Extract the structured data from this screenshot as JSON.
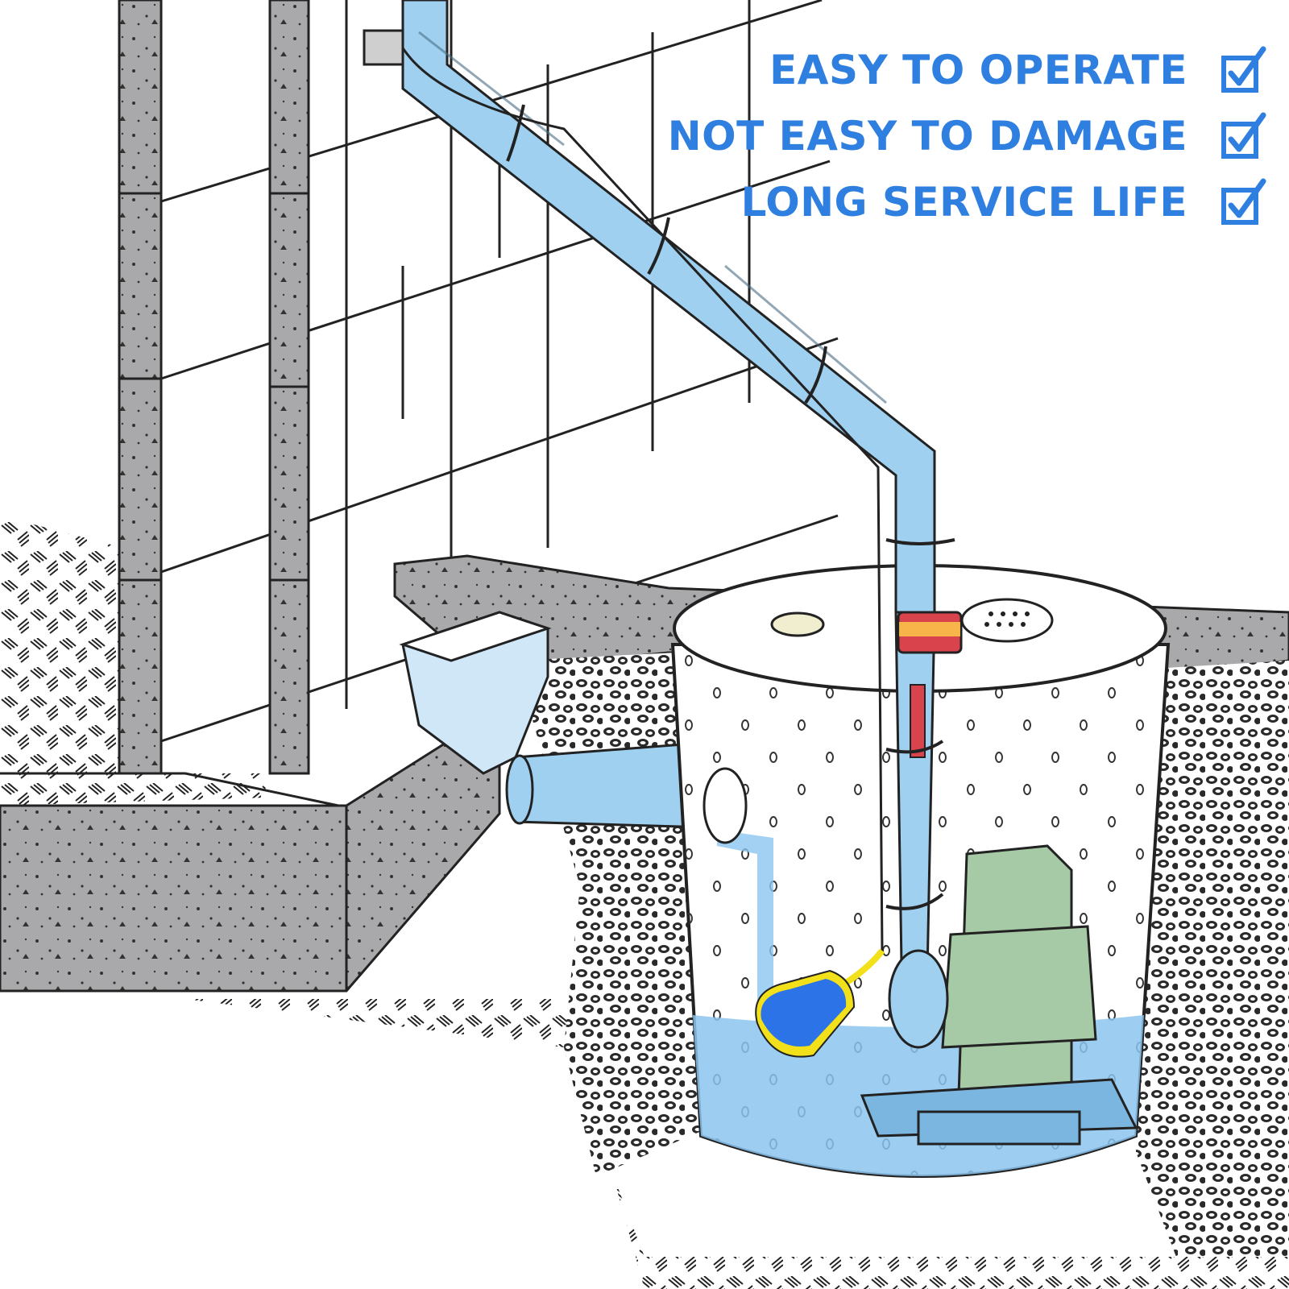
{
  "features": [
    {
      "label": "EASY TO OPERATE",
      "checked": true
    },
    {
      "label": "NOT EASY TO DAMAGE",
      "checked": true
    },
    {
      "label": "LONG SERVICE LIFE",
      "checked": true
    }
  ],
  "colors": {
    "accent": "#2f7fe0",
    "pipe": "#9fd0f0",
    "water": "#8cc6f0",
    "concrete": "#a9a9ab",
    "pump_motor": "#a6c9a6",
    "float_switch_body": "#2b73e6",
    "float_switch_cap": "#f2e11a",
    "check_valve": "#d9434c"
  },
  "icons": {
    "check": "checked-box-icon",
    "float_switch": "float-switch-icon",
    "sump_pump": "sump-pump-icon"
  }
}
